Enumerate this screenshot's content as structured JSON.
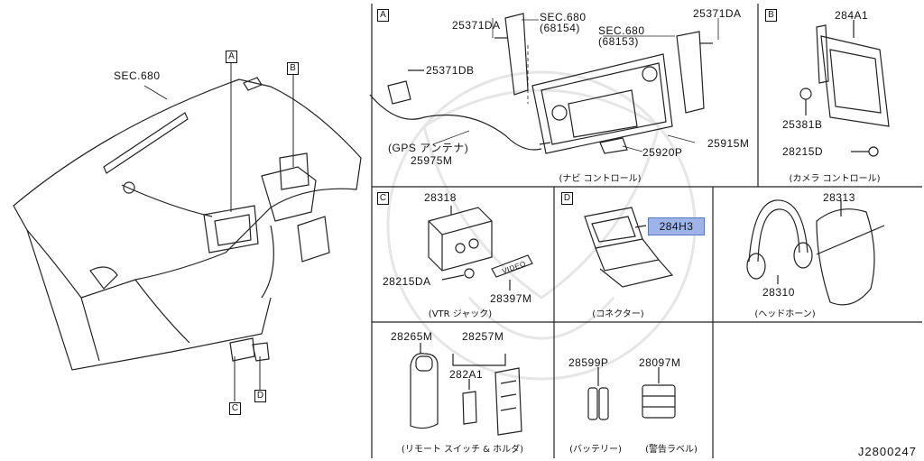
{
  "overview": {
    "sec_label": "SEC.680",
    "callouts": [
      "A",
      "B",
      "C",
      "D"
    ]
  },
  "panel_a": {
    "letter": "A",
    "parts": {
      "p25371DA_left": "25371DA",
      "sec_left_1": "SEC.680",
      "sec_left_2": "(68154)",
      "sec_right_1": "SEC.680",
      "sec_right_2": "(68153)",
      "p25371DA_right": "25371DA",
      "p25371DB": "25371DB",
      "gps_caption": "(GPS アンテナ)",
      "p25975M": "25975M",
      "p25920P": "25920P",
      "p25915M": "25915M"
    },
    "caption": "(ナビ コントロール)"
  },
  "panel_b": {
    "letter": "B",
    "parts": {
      "p284A1": "284A1",
      "p25381B": "25381B",
      "p28215D": "28215D"
    },
    "caption": "(カメラ コントロール)"
  },
  "panel_c": {
    "letter": "C",
    "parts": {
      "p28318": "28318",
      "p28215DA": "28215DA",
      "p28397M": "28397M",
      "video_text": "VIDEO"
    },
    "caption": "(VTR ジャック)"
  },
  "panel_d": {
    "letter": "D",
    "parts": {
      "p284H3": "284H3"
    },
    "caption": "(コネクター)"
  },
  "panel_headphone": {
    "parts": {
      "p28313": "28313",
      "p28310": "28310"
    },
    "caption": "(ヘッドホーン)"
  },
  "panel_remote": {
    "parts": {
      "p28265M": "28265M",
      "p28257M": "28257M",
      "p282A1": "282A1"
    },
    "caption": "(リモート スイッチ & ホルダ)"
  },
  "panel_battery": {
    "parts": {
      "p28599P": "28599P",
      "p28097M": "28097M"
    },
    "caption_battery": "(バッテリー)",
    "caption_label": "(警告ラベル)"
  },
  "diagram_code": "J2800247",
  "colors": {
    "highlight": "#9eb4e8",
    "line": "#1a1a1a",
    "watermark": "#e9e9e9"
  }
}
